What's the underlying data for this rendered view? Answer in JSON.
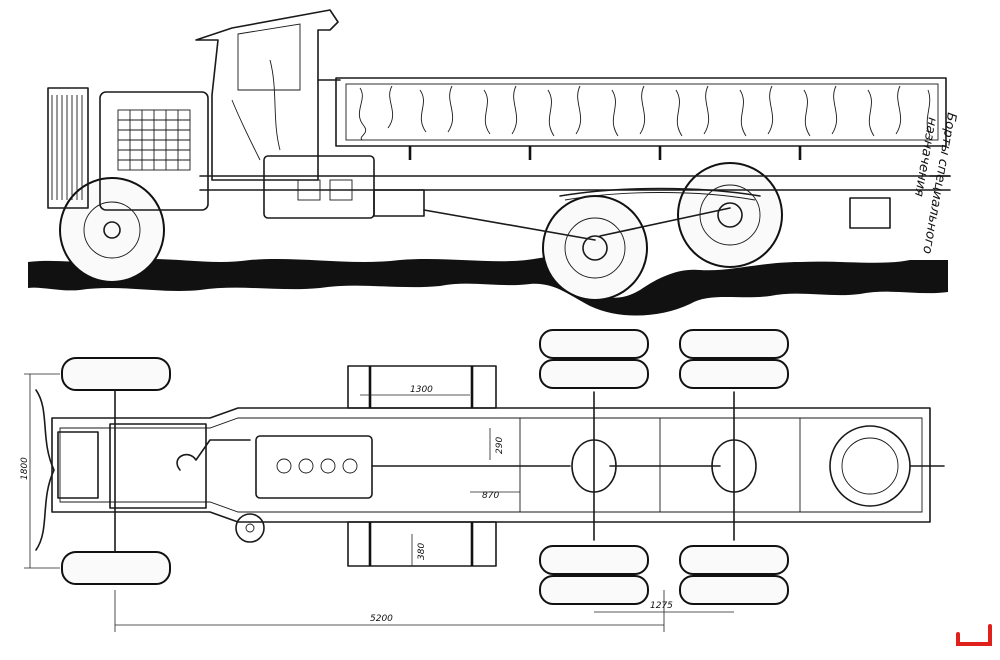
{
  "side_view": {
    "note_line1": "Борты специального",
    "note_line2": "назначения"
  },
  "plan_view": {
    "dimensions": {
      "track_width": "1800",
      "wheelbase_total": "5200",
      "rear_axle_spacing": "1275",
      "tank_length": "1300",
      "tank_height": "380",
      "frame_width_a": "290",
      "frame_width_b": "870"
    }
  },
  "colors": {
    "ink": "#111111",
    "paper": "#ffffff",
    "corner_mark": "#e0201c"
  },
  "icons": {
    "corner_mark": "red-hook-mark"
  }
}
